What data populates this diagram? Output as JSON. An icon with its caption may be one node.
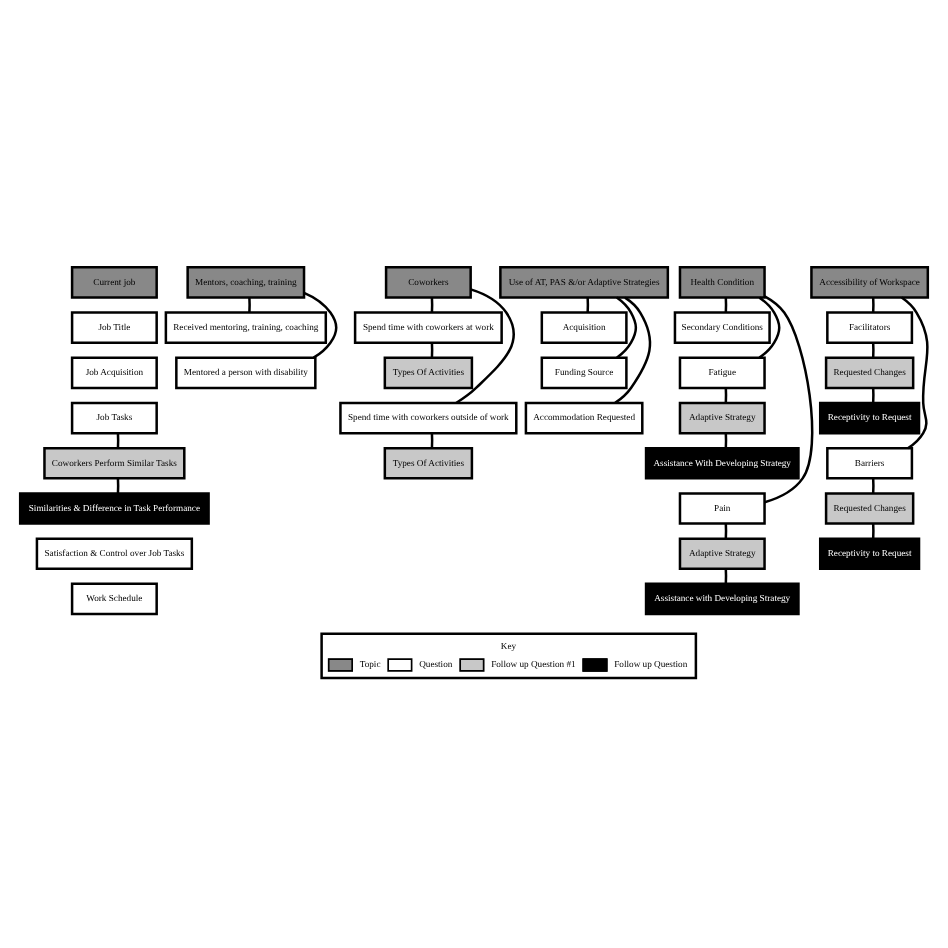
{
  "diagram": {
    "nodes": [
      {
        "text": [
          "Current job"
        ]
      },
      {
        "text": [
          "Job Title"
        ]
      },
      {
        "text": [
          "Job Acquisition"
        ]
      },
      {
        "text": [
          "Job Tasks"
        ]
      },
      {
        "text": [
          "Coworkers Perform Similar Tasks"
        ]
      },
      {
        "text": [
          "Similarities & Difference in Task Performance"
        ]
      },
      {
        "text": [
          "Satisfaction & Control over Job Tasks"
        ]
      },
      {
        "text": [
          "Work Schedule"
        ]
      },
      {
        "text": [
          "Mentors, coaching, training"
        ]
      },
      {
        "text": [
          "Received mentoring, training, coaching"
        ]
      },
      {
        "text": [
          "Mentored a person with disability"
        ]
      },
      {
        "text": [
          "Coworkers"
        ]
      },
      {
        "text": [
          "Spend time with coworkers at work"
        ]
      },
      {
        "text": [
          "Types Of Activities"
        ]
      },
      {
        "text": [
          "Spend time with coworkers outside of work"
        ]
      },
      {
        "text": [
          "Types Of Activities"
        ]
      },
      {
        "text": [
          "Use of AT, PAS &/or Adaptive Strategies"
        ]
      },
      {
        "text": [
          "Acquisition"
        ]
      },
      {
        "text": [
          "Funding Source"
        ]
      },
      {
        "text": [
          "Accommodation Requested"
        ]
      },
      {
        "text": [
          "Health Condition"
        ]
      },
      {
        "text": [
          "Secondary Conditions"
        ]
      },
      {
        "text": [
          "Fatigue"
        ]
      },
      {
        "text": [
          "Adaptive Strategy"
        ]
      },
      {
        "text": [
          "Assistance With Developing Strategy"
        ]
      },
      {
        "text": [
          "Pain"
        ]
      },
      {
        "text": [
          "Adaptive Strategy"
        ]
      },
      {
        "text": [
          "Assistance with Developing Strategy"
        ]
      },
      {
        "text": [
          "Accessibility of Workspace"
        ]
      },
      {
        "text": [
          "Facilitators"
        ]
      },
      {
        "text": [
          "Requested Changes"
        ]
      },
      {
        "text": [
          "Receptivity to Request"
        ]
      },
      {
        "text": [
          "Barriers"
        ]
      },
      {
        "text": [
          "Requested Changes"
        ]
      },
      {
        "text": [
          "Receptivity to Request"
        ]
      }
    ],
    "edges": [
      {
        "from": 3,
        "to": 4,
        "arrow": "none"
      },
      {
        "from": 4,
        "to": 5,
        "arrow": "none"
      },
      {
        "from": 8,
        "to": 9,
        "arrow": "none"
      },
      {
        "from": 8,
        "to": 10,
        "arrow": "none"
      },
      {
        "from": 11,
        "to": 12,
        "arrow": "none"
      },
      {
        "from": 12,
        "to": 13,
        "arrow": "none"
      },
      {
        "from": 11,
        "to": 14,
        "arrow": "none"
      },
      {
        "from": 14,
        "to": 15,
        "arrow": "none"
      },
      {
        "from": 16,
        "to": 17,
        "arrow": "none"
      },
      {
        "from": 16,
        "to": 18,
        "arrow": "none"
      },
      {
        "from": 16,
        "to": 19,
        "arrow": "none"
      },
      {
        "from": 20,
        "to": 21,
        "arrow": "none"
      },
      {
        "from": 20,
        "to": 22,
        "arrow": "none"
      },
      {
        "from": 22,
        "to": 23,
        "arrow": "none"
      },
      {
        "from": 23,
        "to": 24,
        "arrow": "none"
      },
      {
        "from": 20,
        "to": 25,
        "arrow": "none"
      },
      {
        "from": 25,
        "to": 26,
        "arrow": "none"
      },
      {
        "from": 26,
        "to": 27,
        "arrow": "none"
      },
      {
        "from": 28,
        "to": 29,
        "arrow": "none"
      },
      {
        "from": 29,
        "to": 30,
        "arrow": "none"
      },
      {
        "from": 30,
        "to": 31,
        "arrow": "none"
      },
      {
        "from": 28,
        "to": 32,
        "arrow": "none"
      },
      {
        "from": 32,
        "to": 33,
        "arrow": "none"
      },
      {
        "from": 33,
        "to": 34,
        "arrow": "none"
      }
    ],
    "labels": [
      "Key"
    ],
    "legend": [
      {
        "text": "Topic",
        "color": "#888888"
      },
      {
        "text": "Question",
        "color": "#ffffff"
      },
      {
        "text": "Follow up Question #1",
        "color": "#c8c8c8"
      },
      {
        "text": "Follow up Question",
        "color": "#000000"
      }
    ]
  }
}
